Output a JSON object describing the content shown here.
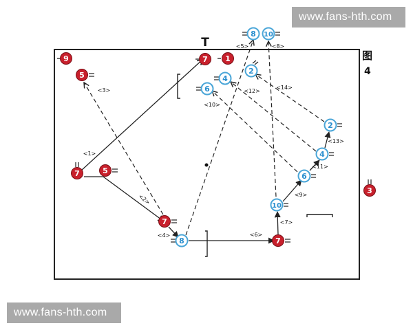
{
  "watermarks": {
    "top": "www.fans-hth.com",
    "bottom": "www.fans-hth.com"
  },
  "figure": {
    "char": "图",
    "number": "4"
  },
  "marker_T": "T",
  "colors": {
    "red": "#c8202c",
    "blue_ring": "#4aa6d8",
    "blue_text": "#2a8fcf",
    "line": "#222222"
  },
  "red_players": [
    {
      "id": "r9",
      "label": "9"
    },
    {
      "id": "r7a",
      "label": "7"
    },
    {
      "id": "r1",
      "label": "1"
    },
    {
      "id": "r5a",
      "label": "5"
    },
    {
      "id": "r7b",
      "label": "7"
    },
    {
      "id": "r5b",
      "label": "5"
    },
    {
      "id": "r7c",
      "label": "7"
    },
    {
      "id": "r7d",
      "label": "7"
    },
    {
      "id": "r3",
      "label": "3"
    }
  ],
  "blue_players": [
    {
      "id": "b8a",
      "label": "8"
    },
    {
      "id": "b10a",
      "label": "10"
    },
    {
      "id": "b2a",
      "label": "2"
    },
    {
      "id": "b4a",
      "label": "4"
    },
    {
      "id": "b6a",
      "label": "6"
    },
    {
      "id": "b2b",
      "label": "2"
    },
    {
      "id": "b4b",
      "label": "4"
    },
    {
      "id": "b6b",
      "label": "6"
    },
    {
      "id": "b10b",
      "label": "10"
    },
    {
      "id": "b8b",
      "label": "8"
    }
  ],
  "step_labels": [
    "<1>",
    "<2>",
    "<3>",
    "<4>",
    "<5>",
    "<6>",
    "<7>",
    "<8>",
    "<9>",
    "<10>",
    "<11>",
    "<12>",
    "<13>",
    "<14>"
  ]
}
